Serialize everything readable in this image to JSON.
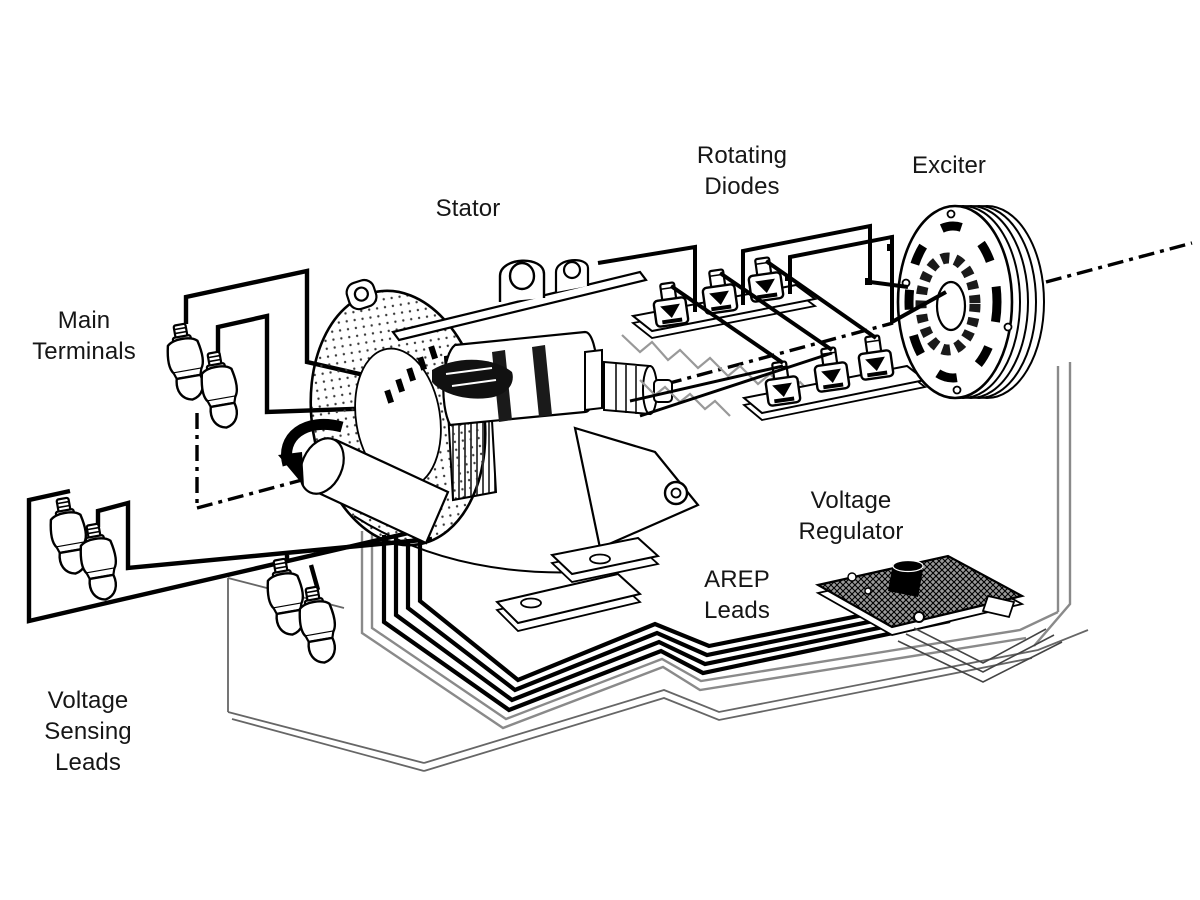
{
  "diagram": {
    "type": "technical-illustration",
    "subject": "Generator cutaway with AREP excitation system",
    "labels": {
      "stator": "Stator",
      "rotating_diodes": "Rotating\nDiodes",
      "exciter": "Exciter",
      "main_terminals": "Main\nTerminals",
      "voltage_regulator": "Voltage\nRegulator",
      "arep_leads": "AREP\nLeads",
      "voltage_sensing_leads": "Voltage\nSensing\nLeads"
    },
    "colors": {
      "background": "#ffffff",
      "line": "#000000",
      "label_text": "#161616",
      "secondary_line": "#8a8a8a"
    }
  }
}
